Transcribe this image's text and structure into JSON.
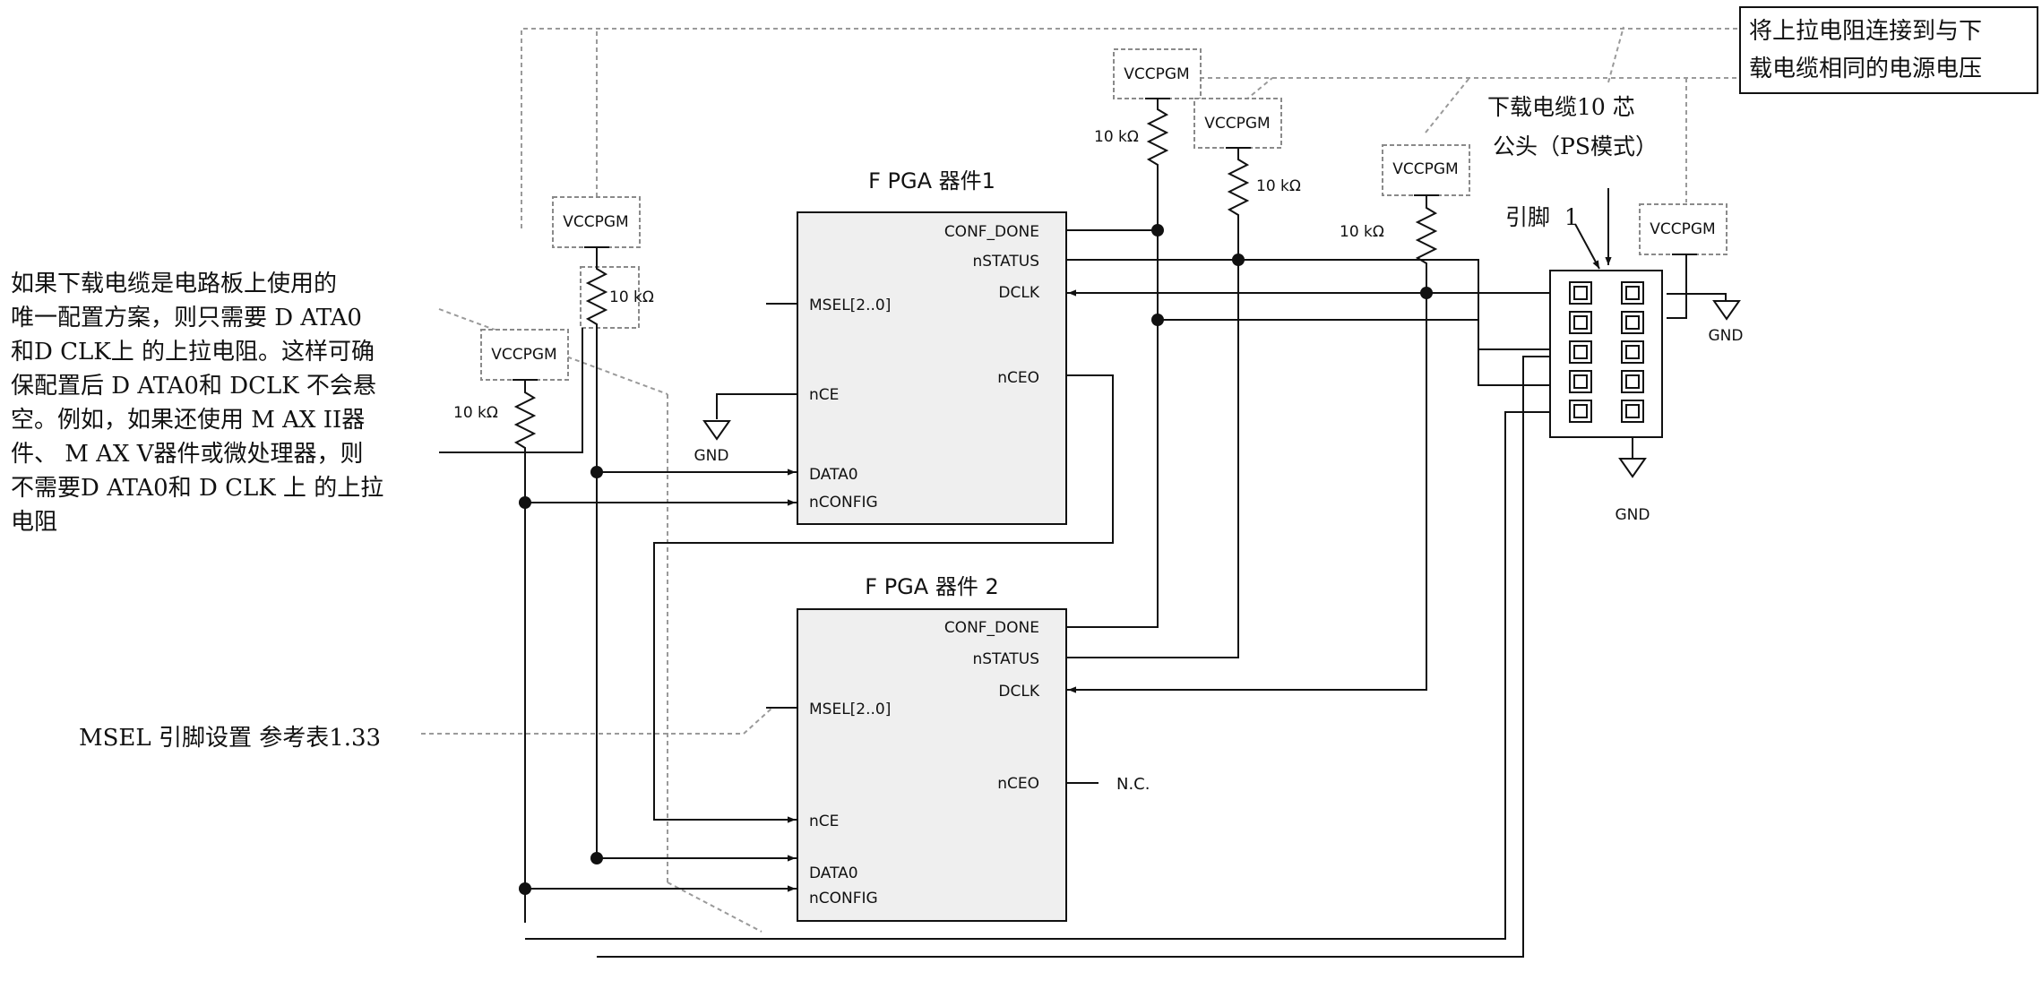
{
  "left_note": {
    "lines": [
      "如果下载电缆是电路板上使用的",
      "唯一配置方案，则只需要 D ATA0",
      "和D CLK上 的上拉电阻。这样可确",
      "保配置后 D ATA0和 DCLK 不会悬",
      "空。例如，如果还使用 M AX II器",
      "件、 M AX V器件或微处理器，则",
      "不需要D ATA0和 D CLK 上 的上拉",
      "电阻"
    ]
  },
  "msel_note": "MSEL 引脚设置 参考表1.33",
  "top_right_box": {
    "lines": [
      "将上拉电阻连接到与下",
      "载电缆相同的电源电压"
    ]
  },
  "header_label": {
    "lines": [
      "下载电缆10 芯",
      "公头（PS模式）"
    ]
  },
  "pin1_label": "引脚  1",
  "supply_label": "VCCPGM",
  "resistor_label": "10 kΩ",
  "gnd_label": "GND",
  "fpga1": {
    "title": "F PGA 器件1",
    "pins": {
      "conf_done": "CONF_DONE",
      "nstatus": "nSTATUS",
      "dclk": "DCLK",
      "msel": "MSEL[2..0]",
      "nceo": "nCEO",
      "nce": "nCE",
      "data0": "DATA0",
      "nconfig": "nCONFIG"
    }
  },
  "fpga2": {
    "title": "F PGA 器件 2",
    "pins": {
      "conf_done": "CONF_DONE",
      "nstatus": "nSTATUS",
      "dclk": "DCLK",
      "msel": "MSEL[2..0]",
      "nceo": "nCEO",
      "nce": "nCE",
      "data0": "DATA0",
      "nconfig": "nCONFIG"
    }
  },
  "nc_label": "N.C."
}
